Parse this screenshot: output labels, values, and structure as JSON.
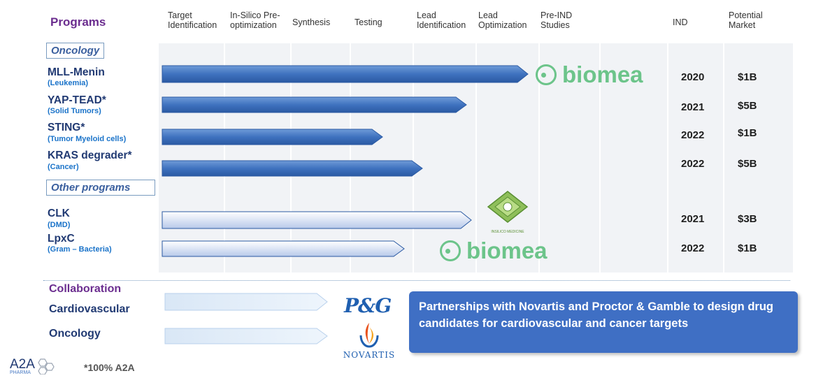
{
  "header": {
    "programs": "Programs",
    "stages": [
      "Target Identification",
      "In-Silico Pre- optimization",
      "Synthesis",
      "Testing",
      "Lead Identification",
      "Lead Optimization",
      "Pre-IND Studies",
      "IND",
      "Potential Market"
    ]
  },
  "categories": {
    "oncology": "Oncology",
    "other": "Other programs"
  },
  "programs": [
    {
      "name": "MLL-Menin",
      "sub": "(Leukemia)",
      "ind": "2020",
      "market": "$1B"
    },
    {
      "name": "YAP-TEAD*",
      "sub": "(Solid Tumors)",
      "ind": "2021",
      "market": "$5B"
    },
    {
      "name": "STING*",
      "sub": "(Tumor Myeloid cells)",
      "ind": "2022",
      "market": "$1B"
    },
    {
      "name": "KRAS degrader*",
      "sub": "(Cancer)",
      "ind": "2022",
      "market": "$5B"
    },
    {
      "name": "CLK",
      "sub": "(DMD)",
      "ind": "2021",
      "market": "$3B"
    },
    {
      "name": "LpxC",
      "sub": "(Gram – Bacteria)",
      "ind": "2022",
      "market": "$1B"
    }
  ],
  "logos": {
    "biomea": "biomea",
    "insilico": "INSILICO MEDICINE",
    "pg": "P&G",
    "novartis": "NOVARTIS",
    "a2a": "A2A",
    "a2a_sub": "PHARMA"
  },
  "collaboration": {
    "title": "Collaboration",
    "items": [
      "Cardiovascular",
      "Oncology"
    ],
    "note": "Partnerships with Novartis and Proctor & Gamble to design drug candidates for cardiovascular and cancer targets"
  },
  "footnote": "*100% A2A",
  "colors": {
    "purple": "#6b2d8f",
    "navy": "#213a73",
    "link_blue": "#1a73c9",
    "biomea_green": "#6cc48a",
    "box_blue": "#3f6fc4"
  }
}
